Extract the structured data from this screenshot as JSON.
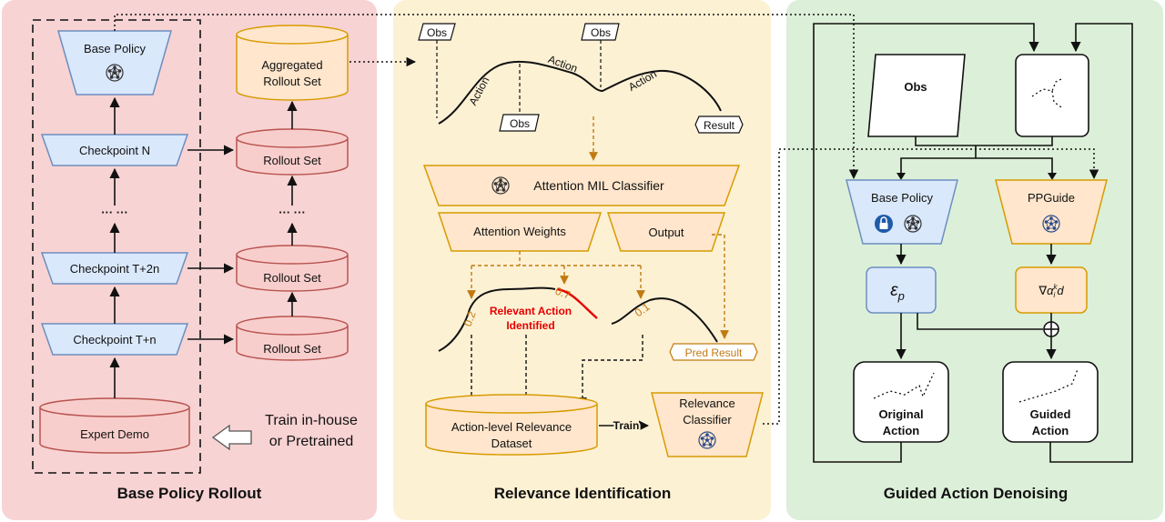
{
  "panels": {
    "rollout": {
      "title": "Base Policy Rollout",
      "color": "#f8d3d3"
    },
    "relevance": {
      "title": "Relevance Identification",
      "color": "#fdf1d4"
    },
    "guided": {
      "title": "Guided Action Denoising",
      "color": "#dcefd8"
    }
  },
  "rollout": {
    "base_policy": "Base Policy",
    "checkpoints": [
      "Checkpoint N",
      "Checkpoint T+2n",
      "Checkpoint T+n"
    ],
    "ellipsis": "··· ···",
    "expert_demo": "Expert Demo",
    "aggregated": [
      "Aggregated",
      "Rollout Set"
    ],
    "rollout_set": "Rollout Set",
    "train_note": [
      "Train in-house",
      "or Pretrained"
    ]
  },
  "relevance": {
    "obs": "Obs",
    "action": "Action",
    "result": "Result",
    "classifier": "Attention MIL Classifier",
    "attention_weights": "Attention Weights",
    "output": "Output",
    "weights": [
      "0.2",
      "0.7",
      "0.1"
    ],
    "relevant": [
      "Relevant Action",
      "Identified"
    ],
    "pred_result": "Pred Result",
    "dataset": [
      "Action-level Relevance",
      "Dataset"
    ],
    "train": "Train",
    "relevance_classifier": [
      "Relevance",
      "Classifier"
    ]
  },
  "guided": {
    "obs": "Obs",
    "base_policy": "Base Policy",
    "ppguide": "PPGuide",
    "eps_label": "ε",
    "eps_sub": "p",
    "grad_label": "∇α",
    "grad_sup": "k",
    "grad_sub": "i",
    "grad_tail": "d",
    "original": [
      "Original",
      "Action"
    ],
    "guided_action": [
      "Guided",
      "Action"
    ]
  },
  "colors": {
    "blue_fill": "#dae8fc",
    "blue_stroke": "#6c8ebf",
    "orange_fill": "#ffe6cc",
    "orange_stroke": "#d79b00",
    "red_fill": "#f8cecc",
    "red_stroke": "#b85450",
    "highlight": "#e60000"
  }
}
